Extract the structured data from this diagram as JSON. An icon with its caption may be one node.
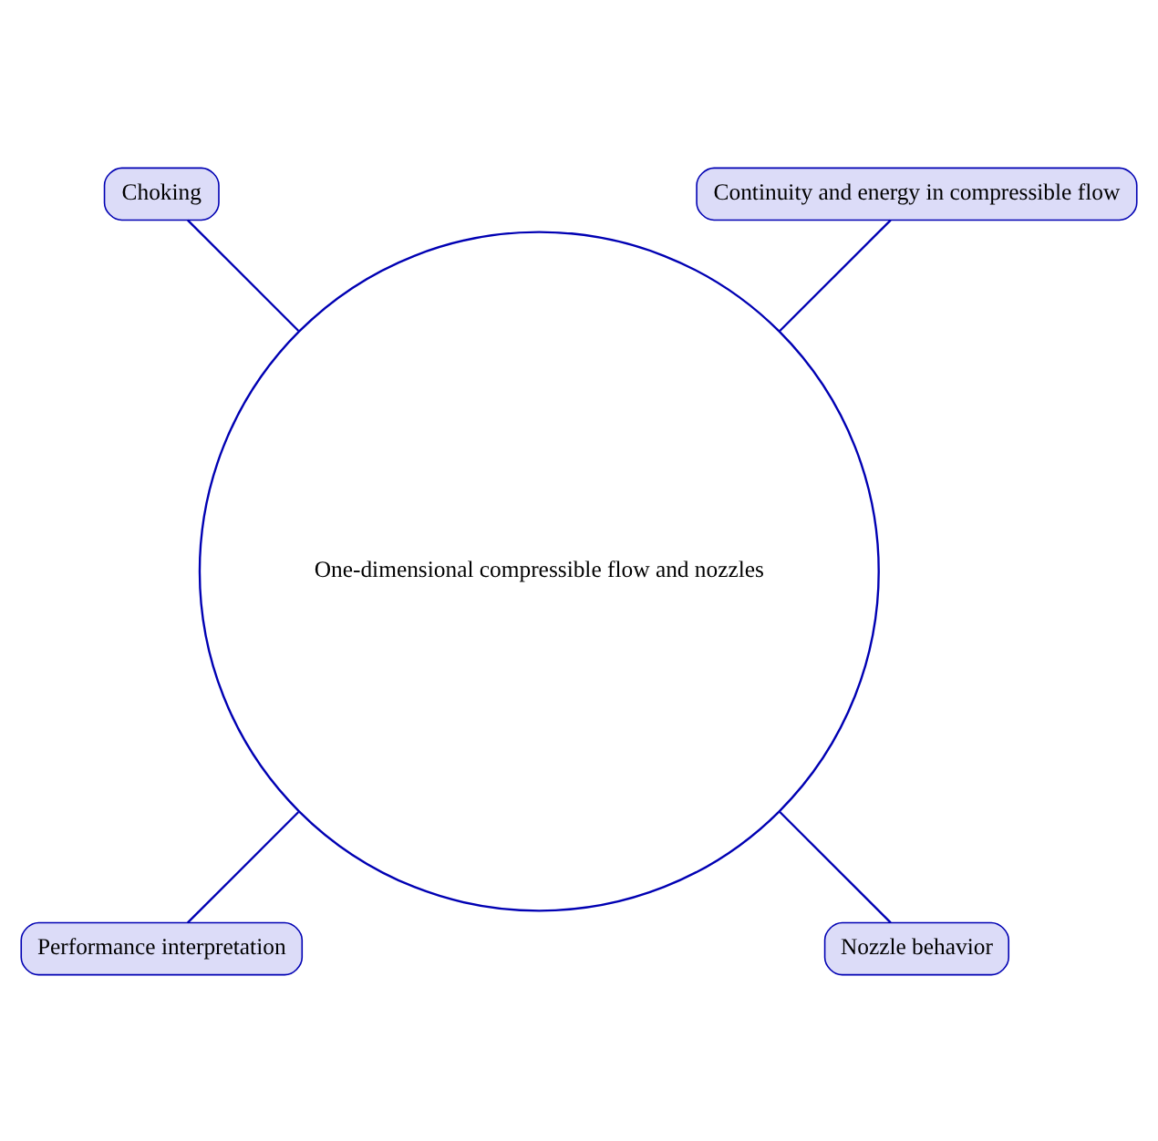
{
  "diagram": {
    "nodes": [
      {
        "text": [
          "One-dimensional compressible flow and nozzles"
        ]
      },
      {
        "text": [
          "Continuity and energy in compressible flow"
        ]
      },
      {
        "text": [
          "Choking"
        ]
      },
      {
        "text": [
          "Performance interpretation"
        ]
      },
      {
        "text": [
          "Nozzle behavior"
        ]
      }
    ],
    "edges": [
      {
        "from": 0,
        "to": 1,
        "arrow": "none"
      },
      {
        "from": 0,
        "to": 2,
        "arrow": "none"
      },
      {
        "from": 0,
        "to": 3,
        "arrow": "none"
      },
      {
        "from": 0,
        "to": 4,
        "arrow": "none"
      }
    ]
  }
}
